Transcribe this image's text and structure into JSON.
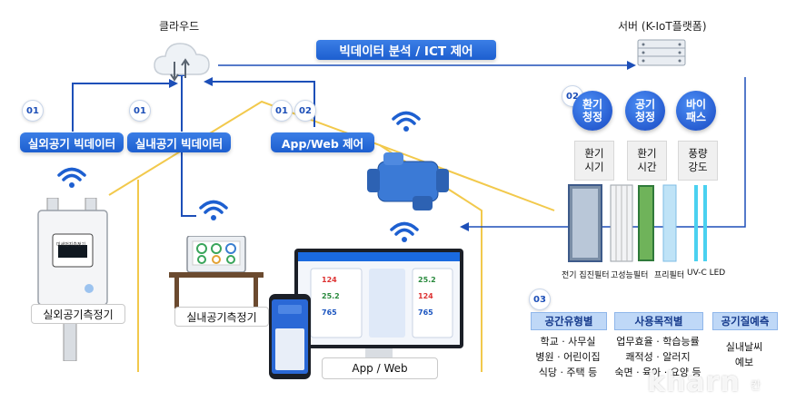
{
  "cloud": {
    "title": "클라우드"
  },
  "server": {
    "title": "서버 (K-IoT플랫폼)"
  },
  "banner": {
    "label": "빅데이터 분석 / ICT 제어"
  },
  "left_pills": [
    {
      "badge": "01",
      "label": "실외공기 빅데이터"
    },
    {
      "badge": "01",
      "label": "실내공기 빅데이터"
    }
  ],
  "app_pill": {
    "badges": [
      "01",
      "02"
    ],
    "label": "App/Web 제어"
  },
  "devices": {
    "outdoor": "실외공기측정기",
    "indoor": "실내공기측정기",
    "outdoor_screen": "미세먼지측정기",
    "app_web": "App / Web"
  },
  "features": {
    "badge": "02",
    "circles": [
      "환기\n청정",
      "공기\n청정",
      "바이\n패스"
    ],
    "boxes": [
      "환기\n시기",
      "환기\n시간",
      "풍량\n강도"
    ]
  },
  "filters": [
    "전기 집진필터",
    "고성능필터",
    "프리필터",
    "UV-C LED"
  ],
  "categories": {
    "badge": "03",
    "items": [
      {
        "head": "공간유형별",
        "body": "학교 · 사무실\n병원 · 어린이집\n식당 · 주택 등"
      },
      {
        "head": "사용목적별",
        "body": "업무효율 · 학습능률\n쾌적성 · 알러지\n숙면 · 육아 · 요양 등"
      },
      {
        "head": "공기질예측",
        "body": "실내날씨\n예보"
      }
    ]
  },
  "dashboard": {
    "values": [
      "124",
      "25.2",
      "765",
      "25.2",
      "124",
      "765"
    ]
  },
  "watermark": {
    "main": "kharn",
    "sub": "칸"
  },
  "colors": {
    "line_blue": "#1d4fb8",
    "line_yellow": "#f2c94c",
    "accent": "#2f6fe0"
  }
}
